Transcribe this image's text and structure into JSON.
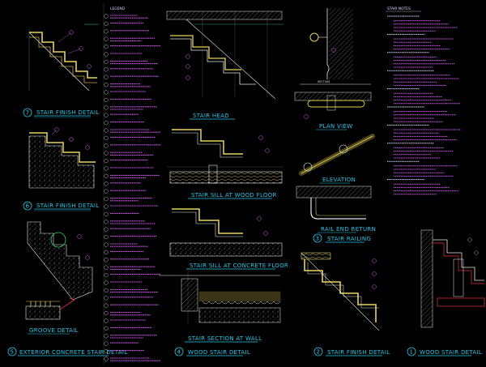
{
  "titles": {
    "stair_finish_detail_1": "STAIR FINISH DETAIL",
    "stair_finish_detail_2": "STAIR FINISH DETAIL",
    "exterior_concrete": "EXTERIOR CONCRETE STAIR DETAIL",
    "groove_detail": "GROOVE DETAIL",
    "stair_head": "STAIR HEAD",
    "sill_wood_floor": "STAIR SILL AT WOOD FLOOR",
    "sill_concrete_floor": "STAIR SILL AT CONCRETE FLOOR",
    "section_at_wall": "STAIR SECTION AT WALL",
    "wood_stair_detail_1": "WOOD STAIR DETAIL",
    "plan_view": "PLAN VIEW",
    "elevation": "ELEVATION",
    "rail_end_return": "RAIL END RETURN",
    "stair_railing": "STAIR RAILING",
    "stair_finish_detail_3": "STAIR FINISH DETAIL",
    "wood_stair_detail_2": "WOOD STAIR DETAIL",
    "legend_head": "LEGEND",
    "notes_head": "STAIR NOTES"
  },
  "bubbles": {
    "b1": "7",
    "b2": "6",
    "b3": "5",
    "b4": "4",
    "b5": "3",
    "b6": "2",
    "b7": "1"
  },
  "colors": {
    "background": "#000000",
    "title_cyan": "#29c6e8",
    "annotation_magenta": "#d55cf2",
    "section_yellow": "#e8d25a",
    "linework_white": "#e6e6e6",
    "hatch_grey": "#8a8a8a",
    "dimension_green": "#3cd070"
  }
}
